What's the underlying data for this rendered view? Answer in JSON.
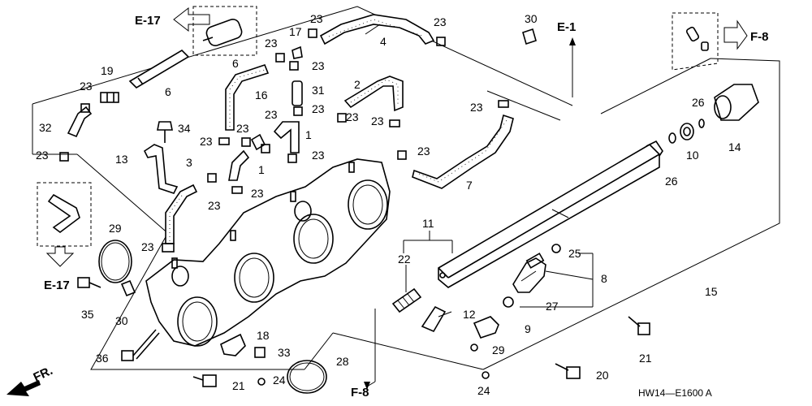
{
  "diagram_code": "HW14—E1600 A",
  "references": [
    {
      "id": "ref-e17-top",
      "text": "E-17"
    },
    {
      "id": "ref-e1",
      "text": "E-1"
    },
    {
      "id": "ref-f8-top",
      "text": "F-8"
    },
    {
      "id": "ref-e17-left",
      "text": "E-17"
    },
    {
      "id": "ref-f8-bottom",
      "text": "F-8"
    }
  ],
  "direction_label": "FR.",
  "callouts": [
    {
      "n": "1"
    },
    {
      "n": "1"
    },
    {
      "n": "2"
    },
    {
      "n": "3"
    },
    {
      "n": "4"
    },
    {
      "n": "6"
    },
    {
      "n": "6"
    },
    {
      "n": "7"
    },
    {
      "n": "8"
    },
    {
      "n": "9"
    },
    {
      "n": "10"
    },
    {
      "n": "11"
    },
    {
      "n": "12"
    },
    {
      "n": "13"
    },
    {
      "n": "14"
    },
    {
      "n": "15"
    },
    {
      "n": "16"
    },
    {
      "n": "17"
    },
    {
      "n": "18"
    },
    {
      "n": "19"
    },
    {
      "n": "20"
    },
    {
      "n": "21"
    },
    {
      "n": "21"
    },
    {
      "n": "22"
    },
    {
      "n": "23"
    },
    {
      "n": "24"
    },
    {
      "n": "24"
    },
    {
      "n": "25"
    },
    {
      "n": "26"
    },
    {
      "n": "26"
    },
    {
      "n": "27"
    },
    {
      "n": "28"
    },
    {
      "n": "29"
    },
    {
      "n": "29"
    },
    {
      "n": "30"
    },
    {
      "n": "30"
    },
    {
      "n": "31"
    },
    {
      "n": "32"
    },
    {
      "n": "33"
    },
    {
      "n": "34"
    },
    {
      "n": "35"
    },
    {
      "n": "36"
    }
  ],
  "clip_label": "23"
}
